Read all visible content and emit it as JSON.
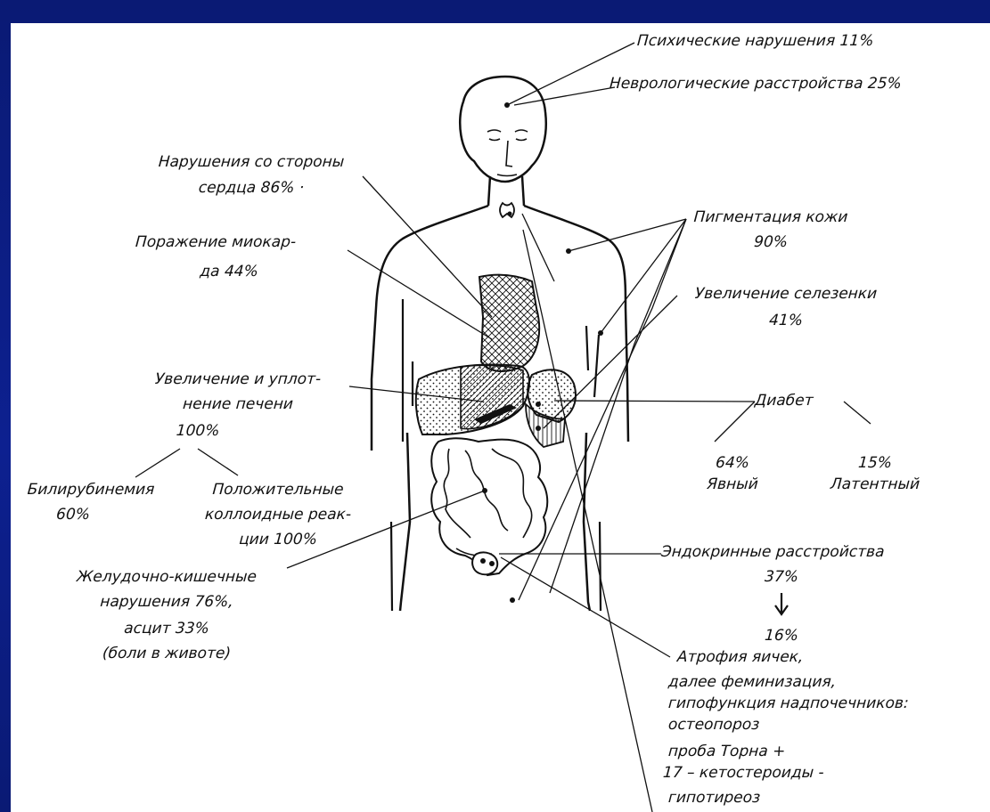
{
  "labels": {
    "psychic": "Психические нарушения 11%",
    "neuro": "Неврологические расстройства 25%",
    "heart_l1": "Нарушения со стороны",
    "heart_l2": "сердца 86% ·",
    "myocard_l1": "Поражение миокар-",
    "myocard_l2": "да 44%",
    "pigment_l1": "Пигментация кожи",
    "pigment_l2": "90%",
    "spleen_l1": "Увеличение селезенки",
    "spleen_l2": "41%",
    "liver_l1": "Увеличение и уплот-",
    "liver_l2": "нение печени",
    "liver_l3": "100%",
    "bili_l1": "Билирубинемия",
    "bili_l2": "60%",
    "colloid_l1": "Положительные",
    "colloid_l2": "коллоидные реак-",
    "colloid_l3": "ции 100%",
    "diabetes": "Диабет",
    "diab_overt_pct": "64%",
    "diab_overt": "Явный",
    "diab_latent_pct": "15%",
    "diab_latent": "Латентный",
    "gi_l1": "Желудочно-кишечные",
    "gi_l2": "нарушения 76%,",
    "gi_l3": "асцит 33%",
    "gi_l4": "(боли в животе)",
    "endo_l1": "Эндокринные расстройства",
    "endo_l2": "37%",
    "atrophy_pct": "16%",
    "atrophy_l1": "Атрофия яичек,",
    "atrophy_l2": "далее феминизация,",
    "atrophy_l3": "гипофункция надпочечников:",
    "atrophy_l4": "остеопороз",
    "atrophy_l5": "проба Торна +",
    "atrophy_l6": "17 – кетостероиды -",
    "atrophy_l7": "гипотиреоз"
  }
}
